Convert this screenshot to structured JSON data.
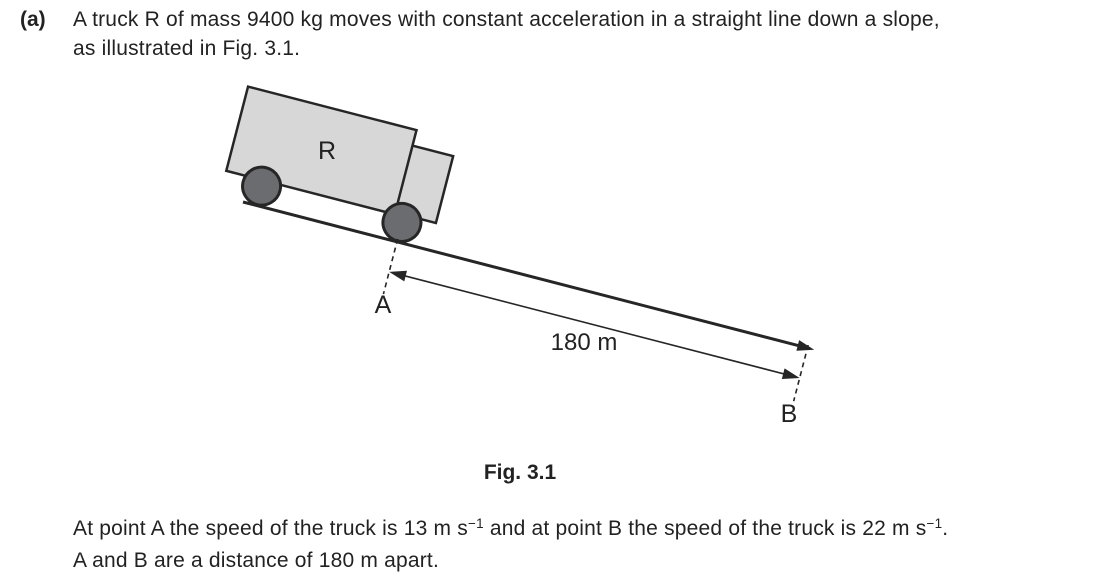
{
  "question": {
    "label": "(a)",
    "line1": "A truck R of mass 9400 kg moves with constant acceleration in a straight line down a slope,",
    "line2": "as illustrated in Fig. 3.1."
  },
  "figure": {
    "caption": "Fig. 3.1",
    "truck_label": "R",
    "point_a_label": "A",
    "point_b_label": "B",
    "distance_label": "180 m",
    "colors": {
      "truck_body": "#d7d7d8",
      "wheel": "#6b6c6f",
      "line": "#262626"
    }
  },
  "paragraph": {
    "part1": "At point A the speed of the truck is 13 m s",
    "sup1": "−1",
    "part2": " and at point B the speed of the truck is 22 m s",
    "sup2": "−1",
    "part3": ".",
    "line2": "A and B are a distance of 180 m apart."
  }
}
